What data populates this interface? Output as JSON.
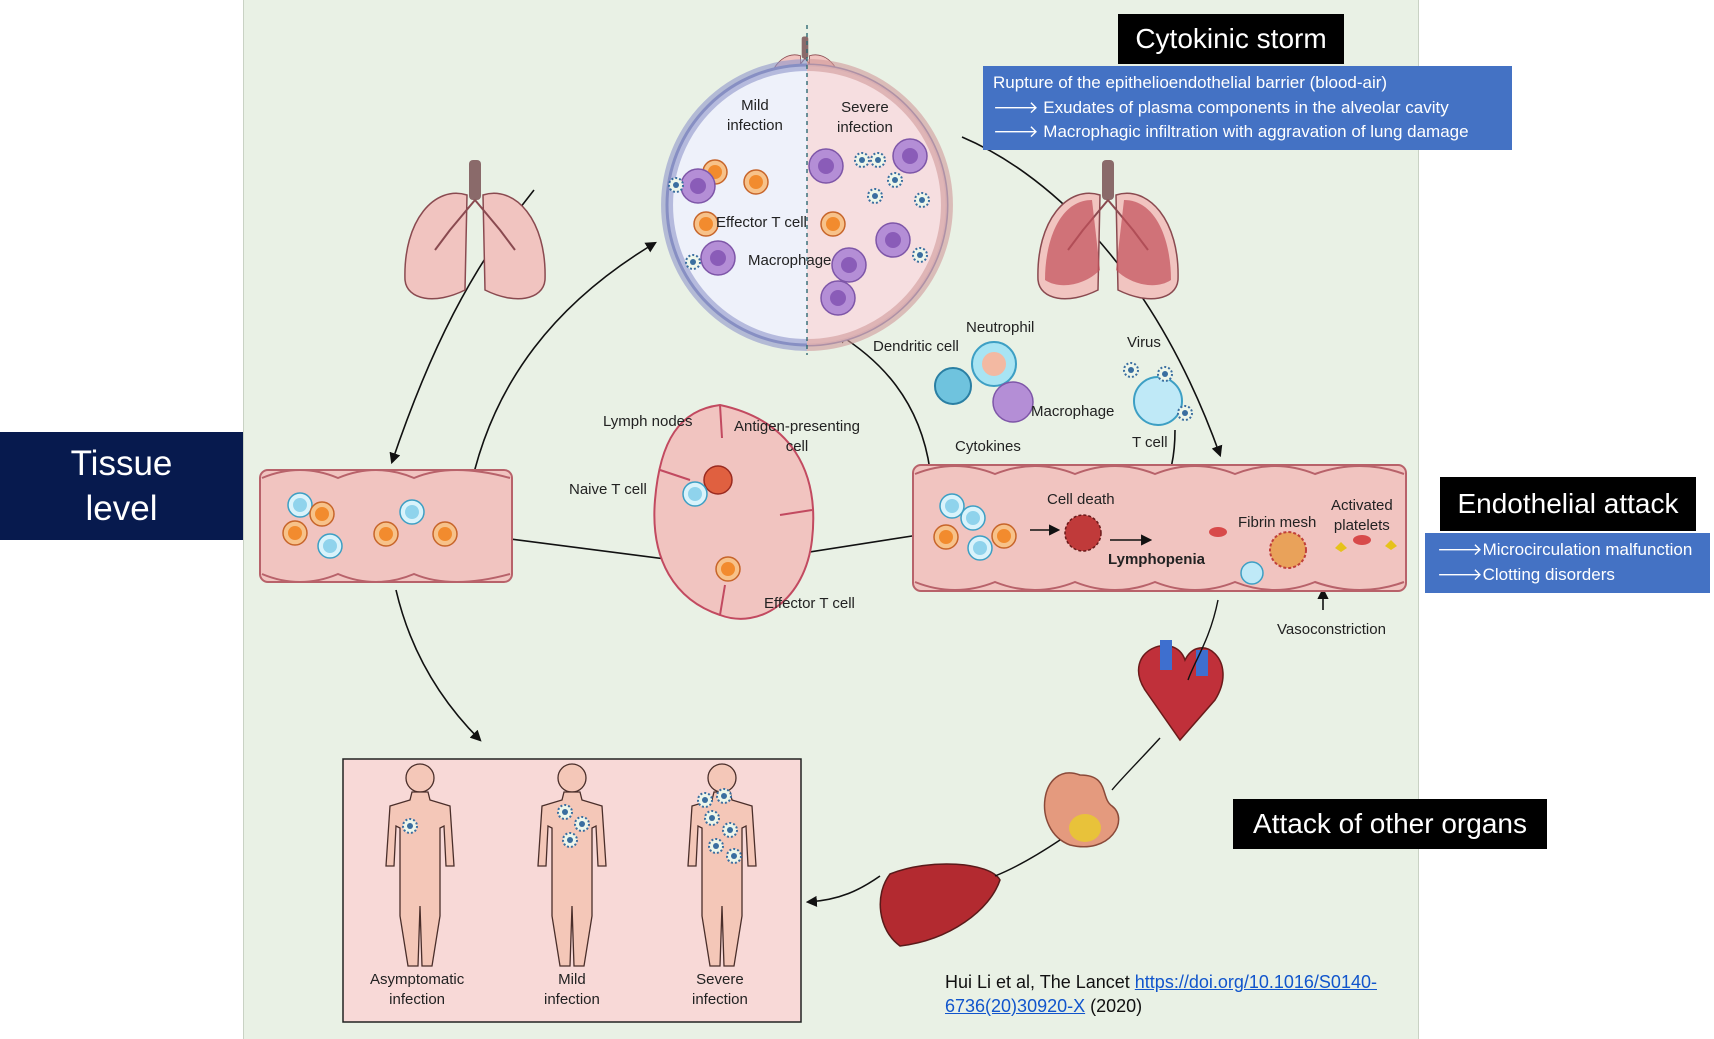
{
  "side": {
    "line1": "Tissue",
    "line2": "level"
  },
  "callouts": {
    "cytokinic_storm": {
      "title": "Cytokinic storm",
      "lines": [
        "Rupture of the epithelioendothelial barrier (blood-air)",
        "🡒 Exudates of plasma components in the alveolar cavity",
        "🡒 Macrophagic infiltration with aggravation of lung damage"
      ]
    },
    "endothelial_attack": {
      "title": "Endothelial attack",
      "lines": [
        "🡒Microcirculation malfunction",
        "🡒Clotting disorders"
      ]
    },
    "other_organs": {
      "title": "Attack of other organs"
    }
  },
  "alveolus": {
    "mild_1": "Mild",
    "mild_2": "infection",
    "severe_1": "Severe",
    "severe_2": "infection",
    "effector_t_cell": "Effector T cell",
    "macrophage": "Macrophage"
  },
  "lymph": {
    "lymph_nodes": "Lymph nodes",
    "apc_1": "Antigen-presenting",
    "apc_2": "cell",
    "naive_t_cell": "Naive T cell",
    "effector_t_cell": "Effector T cell"
  },
  "immune": {
    "neutrophil": "Neutrophil",
    "dendritic_cell": "Dendritic cell",
    "virus": "Virus",
    "macrophage": "Macrophage",
    "t_cell": "T cell",
    "cytokines": "Cytokines"
  },
  "vessel_right": {
    "cell_death": "Cell death",
    "lymphopenia": "Lymphopenia",
    "fibrin_mesh": "Fibrin mesh",
    "activated_1": "Activated",
    "activated_2": "platelets",
    "vasoconstriction": "Vasoconstriction"
  },
  "outcomes": {
    "asym_1": "Asymptomatic",
    "asym_2": "infection",
    "mild_1": "Mild",
    "mild_2": "infection",
    "severe_1": "Severe",
    "severe_2": "infection"
  },
  "citation": {
    "text": "Hui Li et al, The Lancet ",
    "link_line1": "https://doi.org/10.1016/S0140-",
    "link_line2": "6736(20)30920-X",
    "suffix": " (2020)"
  },
  "colors": {
    "panel_bg": "#e9f1e5",
    "vessel": "#f1c4c0",
    "vessel_edge": "#b8626a",
    "blue_box": "#4472c4",
    "navy_box": "#071a4e",
    "macrophage": "#9b6fc4",
    "t_cell": "#f28b2e",
    "naive_cell": "#8fd3ec"
  }
}
